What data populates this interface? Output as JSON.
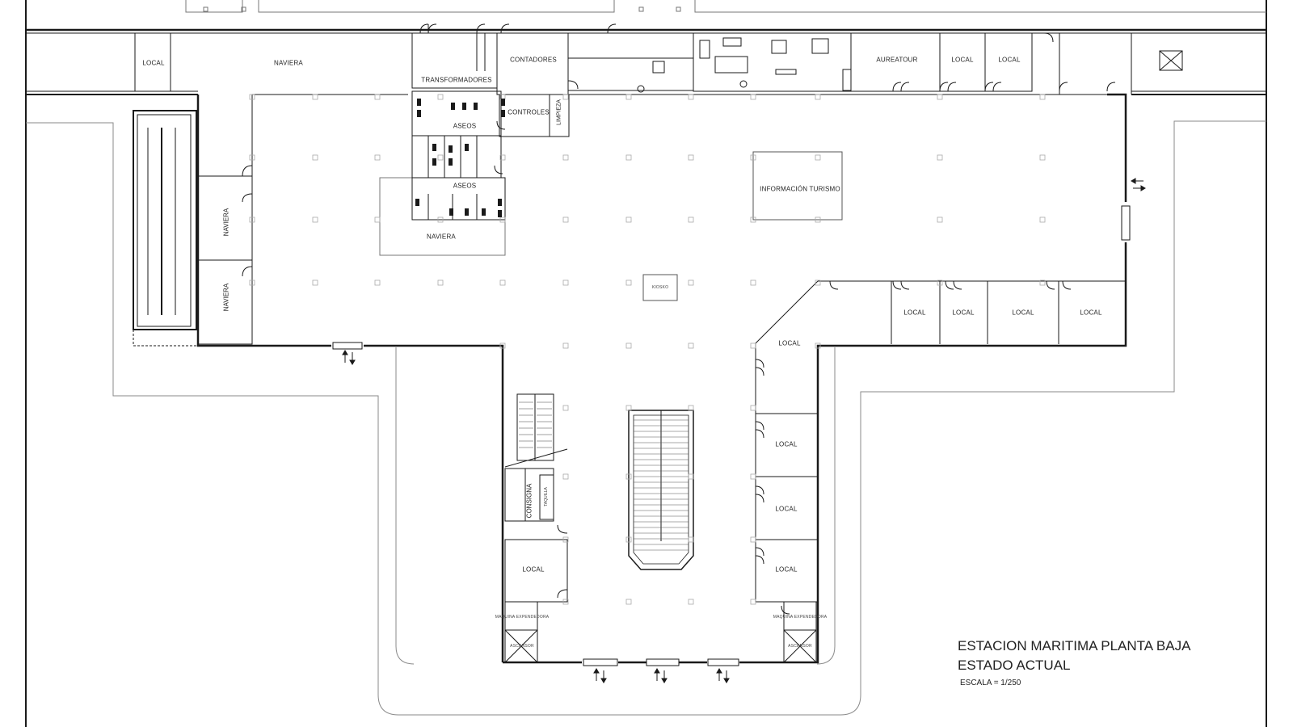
{
  "title": {
    "line1": "ESTACION MARITIMA PLANTA BAJA",
    "line2": "ESTADO ACTUAL",
    "scale": "ESCALA = 1/250"
  },
  "rooms": {
    "local_nw": "LOCAL",
    "naviera_top": "NAVIERA",
    "transformadores": "TRANSFORMADORES",
    "contadores": "CONTADORES",
    "aseos_1": "ASEOS",
    "aseos_2": "ASEOS",
    "controles": "CONTROLES",
    "limpieza": "LIMPIEZA",
    "naviera_center": "NAVIERA",
    "naviera_west_1": "NAVIERA",
    "naviera_west_2": "NAVIERA",
    "informacion_turismo": "INFORMACIÓN TURISMO",
    "auriatour": "AUREATOUR",
    "local_ne_1": "LOCAL",
    "local_ne_2": "LOCAL",
    "local_e_1": "LOCAL",
    "local_e_2": "LOCAL",
    "local_e_3": "LOCAL",
    "local_e_4": "LOCAL",
    "local_diag": "LOCAL",
    "local_s_1": "LOCAL",
    "local_s_2": "LOCAL",
    "local_s_3": "LOCAL",
    "local_sw": "LOCAL",
    "consigna": "CONSIGNA",
    "taquilla": "TAQUILLA",
    "kiosk": "KIOSKO",
    "maquina_1": "MAQUINA EXPENDEDORA",
    "maquina_2": "MAQUINA EXPENDEDORA",
    "ascensor_1": "ASCENSOR",
    "ascensor_2": "ASCENSOR"
  },
  "colors": {
    "wall": "#1a1a1a",
    "thin_line": "#555555",
    "outline": "#8a8a8a",
    "column": "#aaaaaa"
  }
}
